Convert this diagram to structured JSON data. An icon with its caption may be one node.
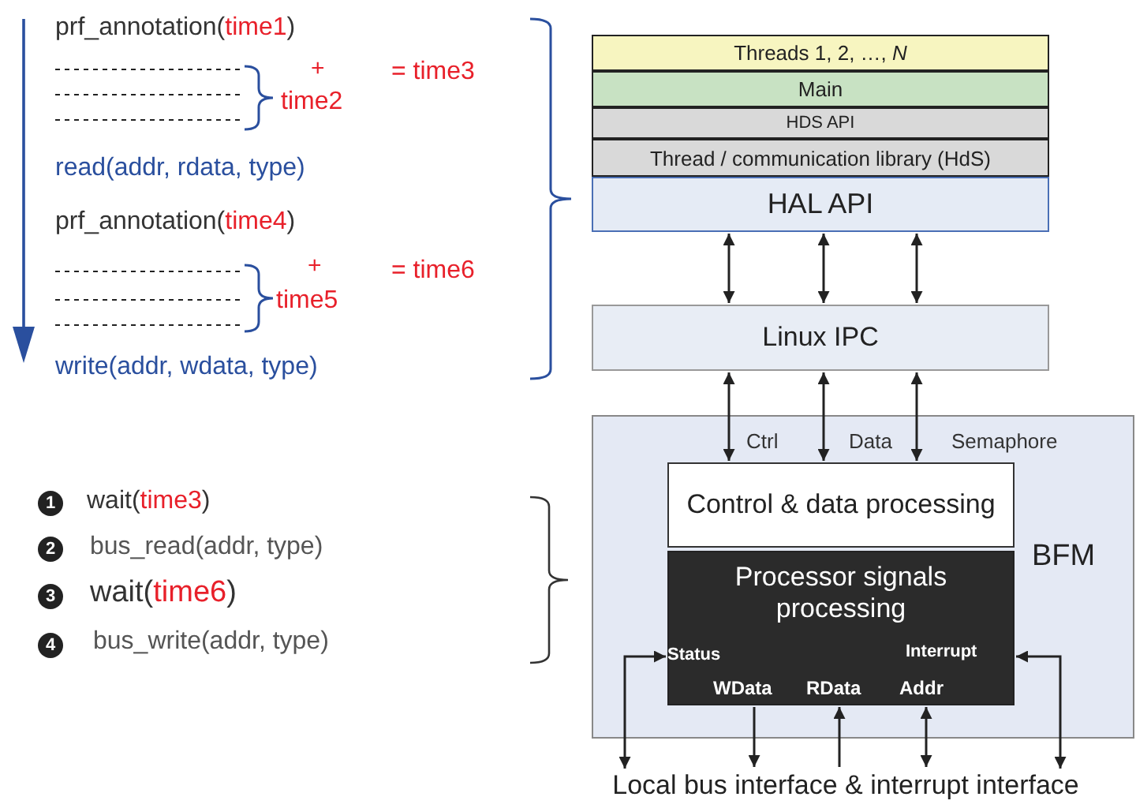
{
  "diagram": {
    "nodes": [
      {
        "text": [
          "Threads 1, 2, …, *N*"
        ]
      },
      {
        "text": [
          "Main"
        ]
      },
      {
        "text": [
          "HDS API"
        ]
      },
      {
        "text": [
          "Thread / communication library (HdS)"
        ]
      },
      {
        "text": [
          "HAL API"
        ]
      },
      {
        "text": [
          "Linux IPC"
        ]
      },
      {
        "text": [
          "BFM"
        ]
      },
      {
        "text": [
          "Control & data processing"
        ],
        "in": 6
      },
      {
        "text": [
          "Processor signals processing"
        ],
        "in": 6
      },
      {
        "text": [
          "Local bus interface & interrupt interface"
        ]
      }
    ],
    "edges": [
      {
        "from": 4,
        "to": 5,
        "arrow": "both"
      },
      {
        "from": 4,
        "to": 5,
        "arrow": "both"
      },
      {
        "from": 4,
        "to": 5,
        "arrow": "both"
      },
      {
        "from": 5,
        "to": 7,
        "arrow": "both",
        "label": "Ctrl"
      },
      {
        "from": 5,
        "to": 7,
        "arrow": "both",
        "label": "Data"
      },
      {
        "from": 5,
        "to": 7,
        "arrow": "both",
        "label": "Semaphore"
      },
      {
        "from": 8,
        "to": 9,
        "arrow": "both"
      },
      {
        "from": 8,
        "to": 9,
        "arrow": "to"
      },
      {
        "from": 9,
        "to": 8,
        "arrow": "to"
      },
      {
        "from": 8,
        "to": 9,
        "arrow": "both"
      },
      {
        "from": 8,
        "to": 9,
        "arrow": "both"
      }
    ],
    "labels": [
      "prf_annotation(time1)",
      "+",
      "time2",
      "= time3",
      "read(addr, rdata, type)",
      "prf_annotation(time4)",
      "+",
      "time5",
      "= time6",
      "write(addr, wdata, type)",
      "1",
      "wait(time3)",
      "2",
      "bus_read(addr, type)",
      "3",
      "wait(time6)",
      "4",
      "bus_write(addr, type)",
      "Status",
      "Interrupt",
      "WData",
      "RData",
      "Addr"
    ]
  }
}
